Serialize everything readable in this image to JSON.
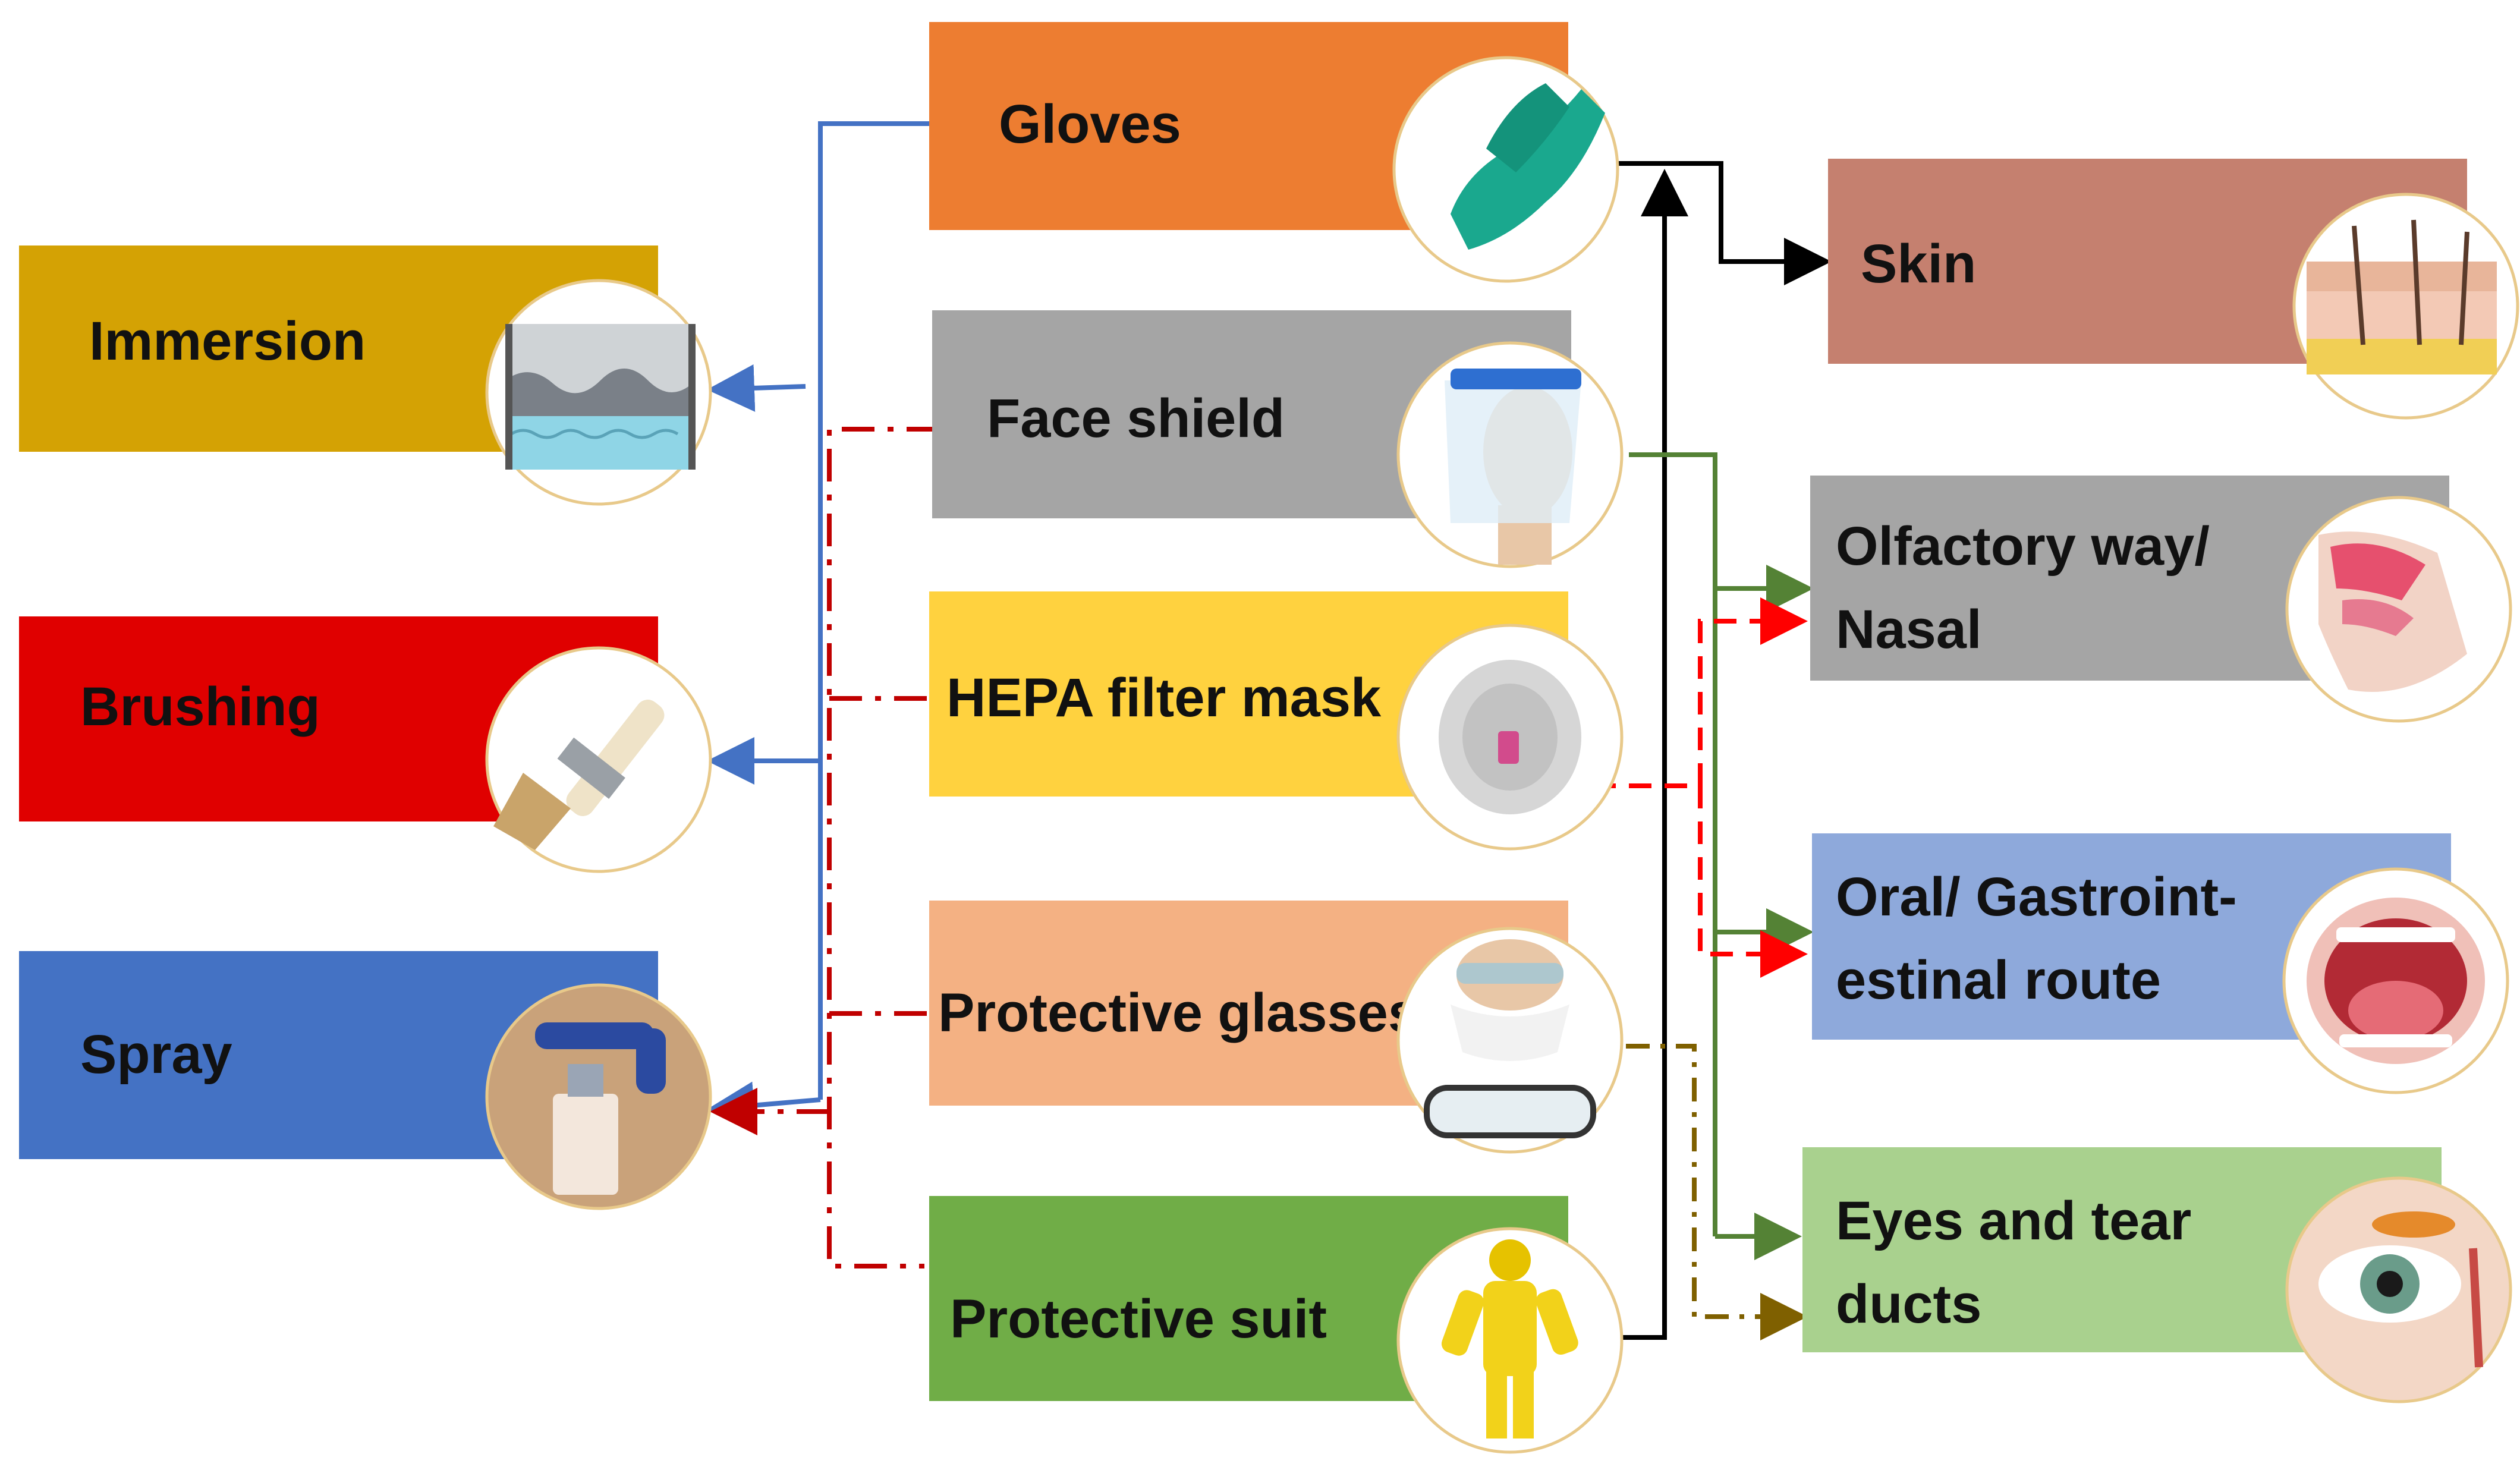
{
  "methods": [
    {
      "id": "immersion",
      "label": "Immersion",
      "color": "#D4A204",
      "icon": "immersion-bath-icon"
    },
    {
      "id": "brushing",
      "label": "Brushing",
      "color": "#E00000",
      "icon": "paint-brush-icon"
    },
    {
      "id": "spray",
      "label": "Spray",
      "color": "#4472C4",
      "icon": "spray-gun-icon"
    }
  ],
  "ppe": [
    {
      "id": "gloves",
      "label": "Gloves",
      "color": "#ED7D31",
      "icon": "gloves-icon"
    },
    {
      "id": "face-shield",
      "label": "Face shield",
      "color": "#A5A5A5",
      "icon": "face-shield-icon"
    },
    {
      "id": "hepa-mask",
      "label": "HEPA filter mask",
      "color": "#FFD23F",
      "icon": "respirator-mask-icon"
    },
    {
      "id": "protective-glasses",
      "label": "Protective glasses",
      "color": "#F4B183",
      "icon": "safety-goggles-icon"
    },
    {
      "id": "protective-suit",
      "label": "Protective suit",
      "color": "#70AD47",
      "icon": "hazmat-suit-icon"
    }
  ],
  "routes": [
    {
      "id": "skin",
      "label": [
        "Skin"
      ],
      "color": "#C5806F",
      "icon": "skin-layers-icon"
    },
    {
      "id": "nasal",
      "label": [
        "Olfactory way/",
        "Nasal"
      ],
      "color": "#A5A5A5",
      "icon": "nose-cross-section-icon"
    },
    {
      "id": "oral",
      "label": [
        "Oral/ Gastroint-",
        "estinal route"
      ],
      "color": "#8EA9DB",
      "icon": "open-mouth-icon"
    },
    {
      "id": "eyes",
      "label": [
        "Eyes and tear",
        "ducts"
      ],
      "color": "#A9D18E",
      "icon": "eye-tear-duct-icon"
    }
  ],
  "connector_colors": {
    "methods_solid": "#4472C4",
    "methods_dashed": "#C00000",
    "skin_route": "#000000",
    "green_route": "#548235",
    "red_dashed_route": "#FF0000",
    "olive_dashdot_route": "#7F6000"
  }
}
